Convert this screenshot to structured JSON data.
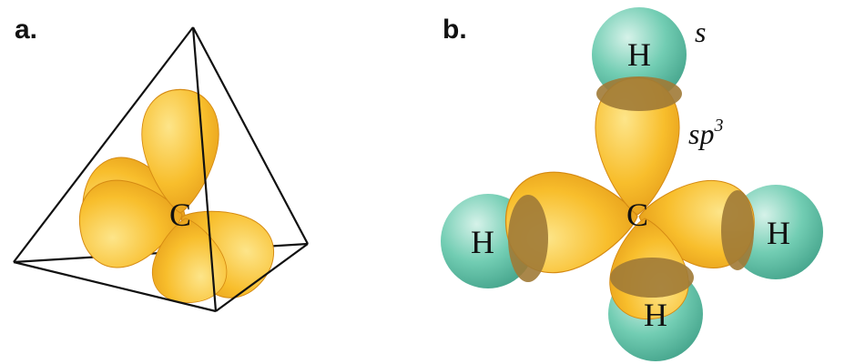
{
  "panel_a": {
    "label": "a.",
    "center_atom": "C"
  },
  "panel_b": {
    "label": "b.",
    "center_atom": "C",
    "hydrogens": [
      "H",
      "H",
      "H",
      "H"
    ],
    "s_orbital_label": "s",
    "sp3_label_base": "sp",
    "sp3_label_sup": "3"
  },
  "colors": {
    "lobe_light": "#fde58a",
    "lobe_mid": "#f8be2c",
    "lobe_dark": "#e09415",
    "hydrogen_light": "#d6f2e9",
    "hydrogen_mid": "#72cdb3",
    "hydrogen_dark": "#3c9c84",
    "overlap": "#a07a36",
    "edge": "#111111"
  },
  "icons": {
    "tetrahedron": "tetrahedron-outline-icon",
    "sp3_lobe": "sp3-lobe-icon",
    "hydrogen_sphere": "hydrogen-s-sphere-icon"
  }
}
